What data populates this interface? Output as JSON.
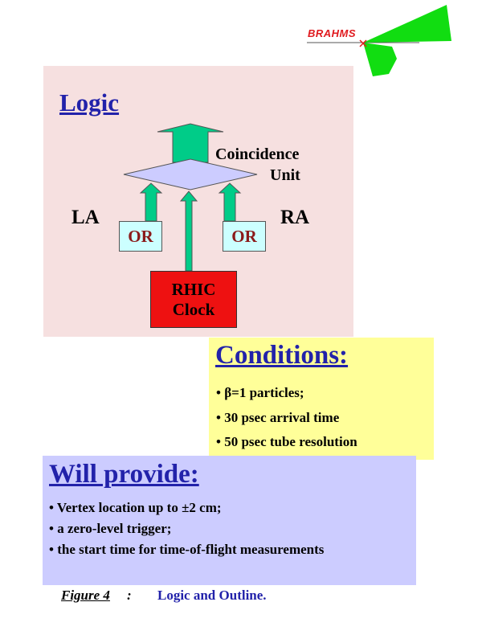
{
  "logo": {
    "text": "BRAHMS"
  },
  "logic": {
    "title": "Logic",
    "coincidence_line1": "Coincidence",
    "coincidence_line2": "Unit",
    "left_label": "LA",
    "right_label": "RA",
    "or_left": "OR",
    "or_right": "OR",
    "clock_line1": "RHIC",
    "clock_line2": "Clock"
  },
  "conditions": {
    "title": "Conditions:",
    "items": [
      "• β=1 particles;",
      "• 30 psec arrival time",
      "• 50 psec tube resolution"
    ]
  },
  "will_provide": {
    "title": "Will provide:",
    "items": [
      "• Vertex location up to ±2 cm;",
      "• a zero-level trigger;",
      "• the start time for time-of-flight measurements"
    ]
  },
  "caption": {
    "label": "Figure 4",
    "colon": ":",
    "text": "Logic and Outline."
  },
  "colors": {
    "title_blue": "#2222aa",
    "arrow_green": "#00cc88",
    "diamond": "#ccccff",
    "clock_red": "#ee1111",
    "or_box": "#ccffff",
    "logic_bg": "#f6e0e0",
    "conditions_bg": "#ffff99",
    "provide_bg": "#ccccff",
    "logo_green": "#11dd11"
  }
}
